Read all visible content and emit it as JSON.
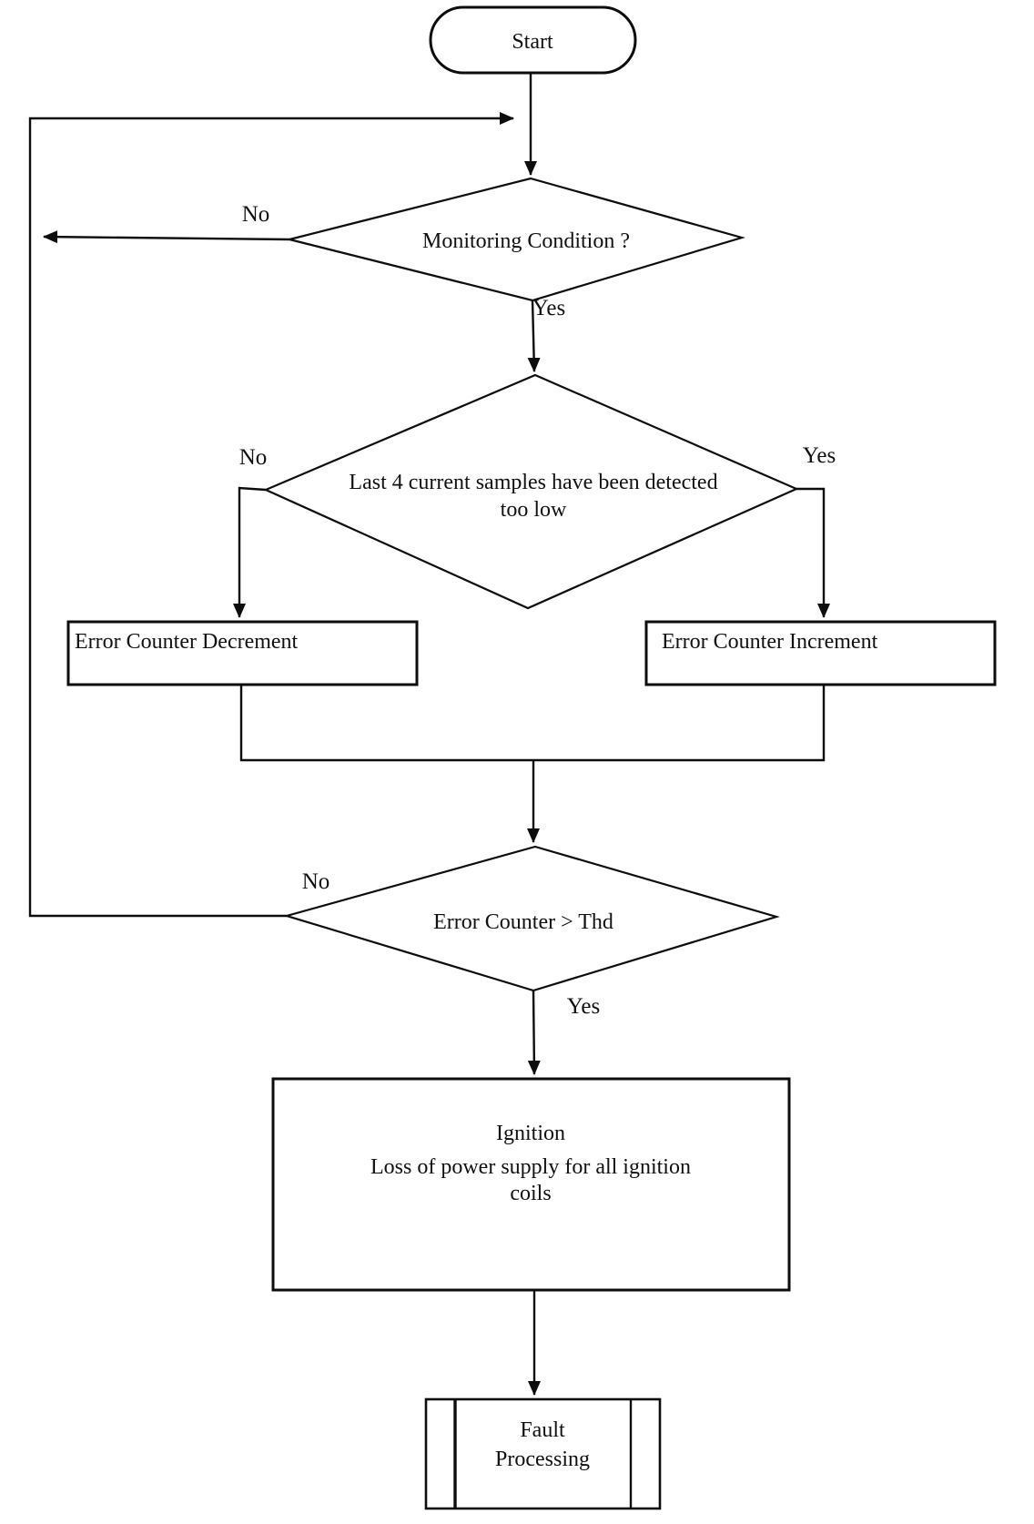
{
  "diagram": {
    "type": "flowchart",
    "background_color": "#ffffff",
    "line_color": "#0d0d0d",
    "nodes": {
      "start": {
        "shape": "terminator",
        "label": "Start"
      },
      "decision_monitoring": {
        "shape": "decision",
        "label": "Monitoring Condition ?"
      },
      "decision_samples": {
        "shape": "decision",
        "line1": "Last 4 current samples have been detected",
        "line2": "too low"
      },
      "error_counter_decrement": {
        "shape": "process",
        "label": "Error Counter Decrement"
      },
      "error_counter_increment": {
        "shape": "process",
        "label": "Error Counter Increment"
      },
      "decision_error_counter": {
        "shape": "decision",
        "label": "Error Counter >  Thd"
      },
      "ignition": {
        "shape": "process",
        "line1": "Ignition",
        "line2": "Loss of power supply for all ignition",
        "line3": "coils"
      },
      "fault_processing": {
        "shape": "predefined-process",
        "line1": "Fault",
        "line2": "Processing"
      }
    },
    "labels": {
      "monitoring_no": "No",
      "monitoring_yes": "Yes",
      "samples_no": "No",
      "samples_yes": "Yes",
      "error_counter_no": "No",
      "error_counter_yes": "Yes"
    },
    "edges": [
      {
        "from": "start",
        "to": "decision_monitoring",
        "label": ""
      },
      {
        "from": "decision_monitoring",
        "to": "decision_monitoring",
        "label": "No",
        "note": "loops back left and re-enters above the decision"
      },
      {
        "from": "decision_monitoring",
        "to": "decision_samples",
        "label": "Yes"
      },
      {
        "from": "decision_samples",
        "to": "error_counter_decrement",
        "label": "No"
      },
      {
        "from": "decision_samples",
        "to": "error_counter_increment",
        "label": "Yes"
      },
      {
        "from": "error_counter_decrement",
        "to": "decision_error_counter",
        "label": ""
      },
      {
        "from": "error_counter_increment",
        "to": "decision_error_counter",
        "label": ""
      },
      {
        "from": "decision_error_counter",
        "to": "decision_monitoring",
        "label": "No",
        "note": "loops back up the far-left line"
      },
      {
        "from": "decision_error_counter",
        "to": "ignition",
        "label": "Yes"
      },
      {
        "from": "ignition",
        "to": "fault_processing",
        "label": ""
      }
    ]
  }
}
